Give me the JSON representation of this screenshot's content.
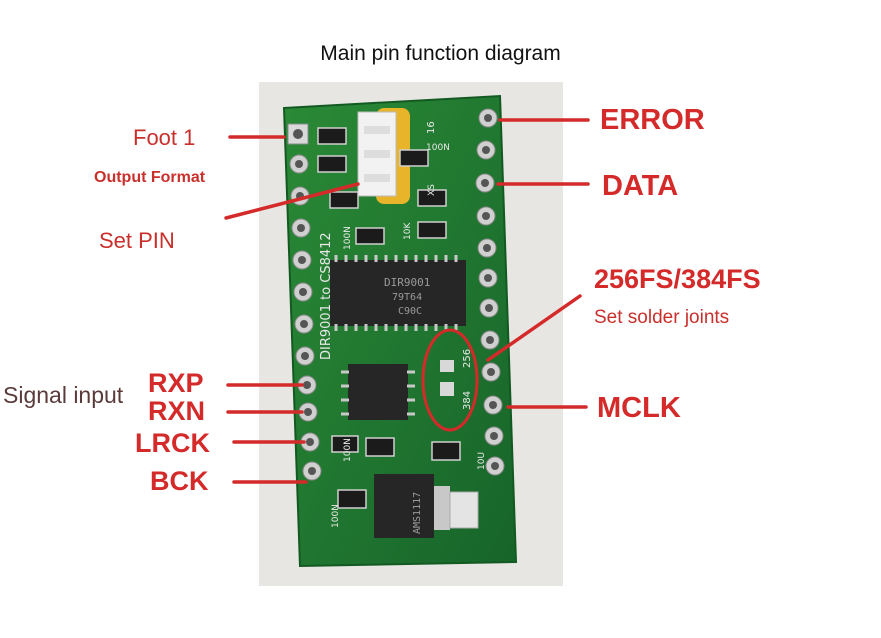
{
  "title": "Main pin function diagram",
  "labels": {
    "foot1": "Foot 1",
    "output_format": "Output Format",
    "set_pin": "Set PIN",
    "signal_input": "Signal input",
    "rxp": "RXP",
    "rxn": "RXN",
    "lrck": "LRCK",
    "bck": "BCK",
    "error": "ERROR",
    "data": "DATA",
    "fs": "256FS/384FS",
    "set_solder": "Set solder joints",
    "mclk": "MCLK"
  },
  "board": {
    "silkscreen_name": "DIR9001 to CS8412",
    "chip_text_1": "DIR9001",
    "chip_text_2": "79T64",
    "chip_text_3": "C90C",
    "pad_256": "256",
    "pad_384": "384",
    "silk_16": "16",
    "silk_100n_top": "100N",
    "silk_xs": "XS",
    "silk_10k": "10K",
    "silk_100n_mid": "100N",
    "silk_100n_bot": "100N",
    "silk_100n_lower": "100N",
    "silk_10u": "10U",
    "regulator_text": "AMS1117"
  },
  "colors": {
    "label_red": "#d42a2a",
    "pcb_green": "#1f7a2c",
    "leader_line": "#d42a2a"
  }
}
